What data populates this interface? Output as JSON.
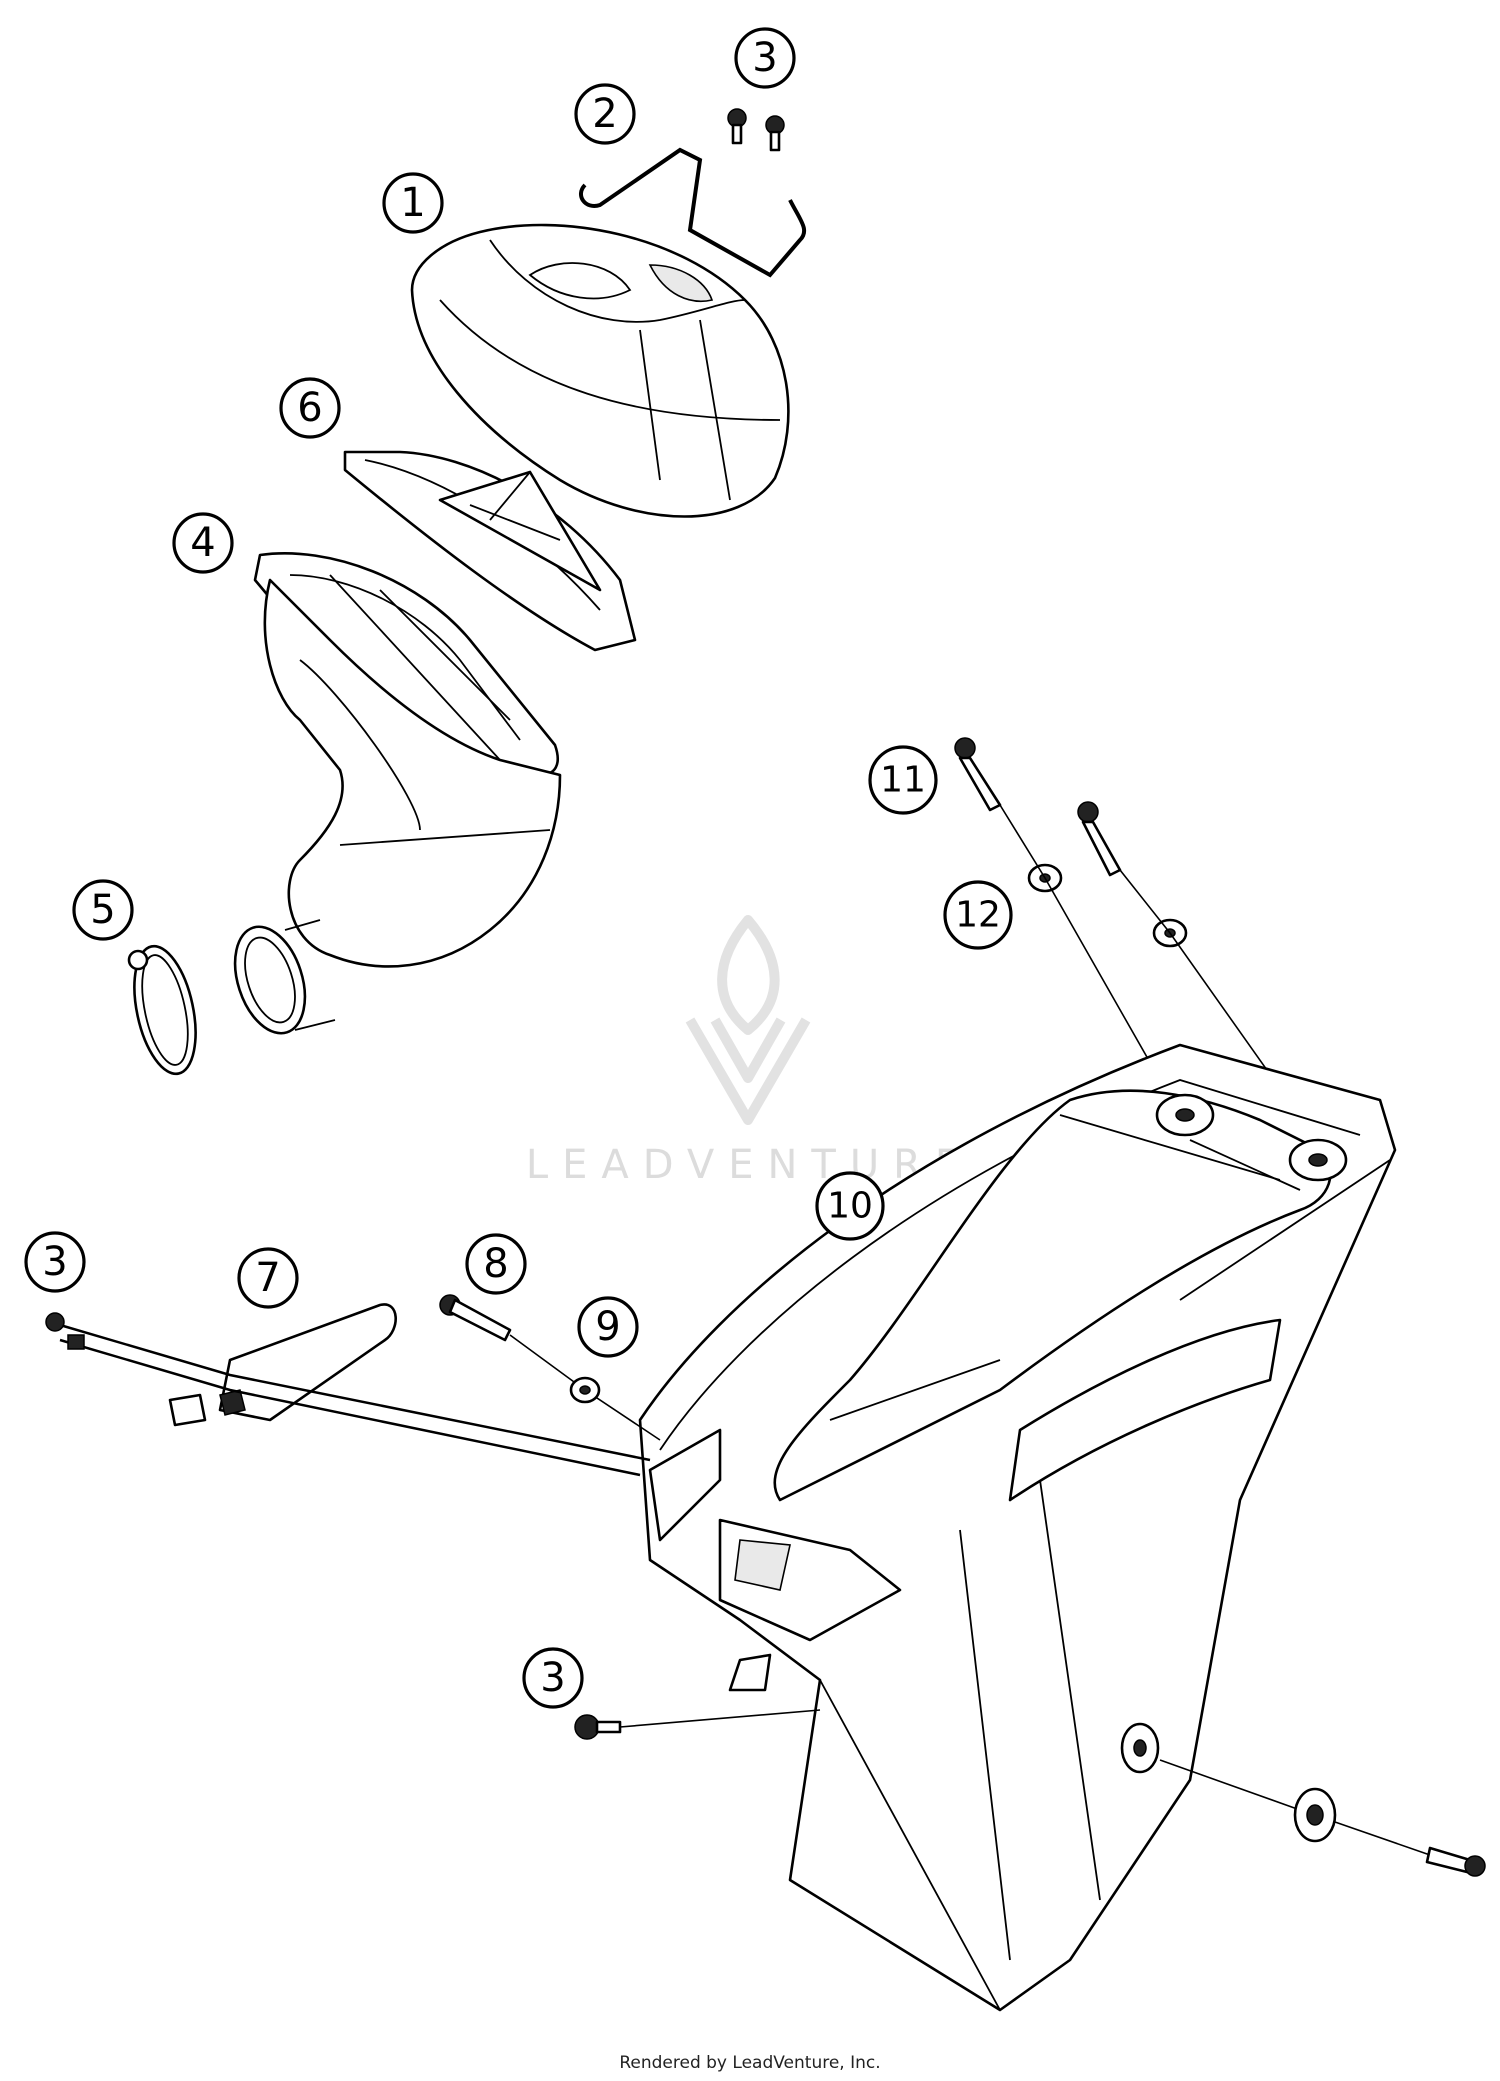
{
  "callouts": [
    {
      "label": "1"
    },
    {
      "label": "2"
    },
    {
      "label": "3"
    },
    {
      "label": "3"
    },
    {
      "label": "3"
    },
    {
      "label": "4"
    },
    {
      "label": "5"
    },
    {
      "label": "6"
    },
    {
      "label": "7"
    },
    {
      "label": "8"
    },
    {
      "label": "9"
    },
    {
      "label": "10"
    },
    {
      "label": "11"
    },
    {
      "label": "12"
    }
  ],
  "watermark": {
    "text": "LEADVENTURE"
  },
  "footer": {
    "credit": "Rendered by LeadVenture, Inc."
  },
  "colors": {
    "line": "#000000",
    "background": "#ffffff",
    "watermark": "#dcdcdc"
  }
}
